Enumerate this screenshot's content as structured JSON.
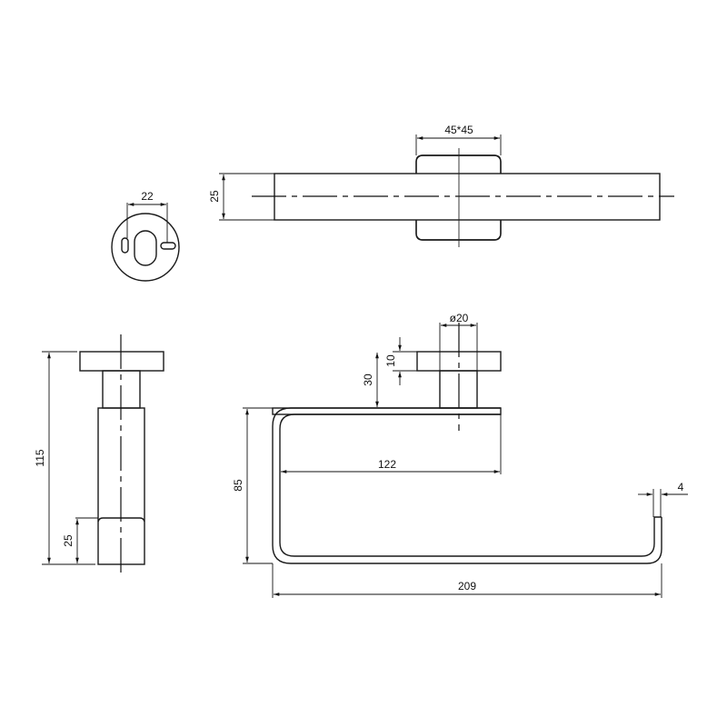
{
  "drawing": {
    "subject": "towel ring holder technical drawing",
    "line_color": "#1a1a1a",
    "background": "#ffffff"
  },
  "views": {
    "top": {
      "base_size_label": "45*45",
      "bar_height_label": "25"
    },
    "mounting_plate": {
      "hole_spacing_label": "22"
    },
    "side": {
      "total_height_label": "115",
      "end_cap_label": "25"
    },
    "front": {
      "post_diameter_label": "ø20",
      "flange_thickness_label": "10",
      "post_height_label": "30",
      "inner_width_label": "122",
      "height_label": "85",
      "wire_thickness_label": "4",
      "overall_width_label": "209"
    }
  }
}
